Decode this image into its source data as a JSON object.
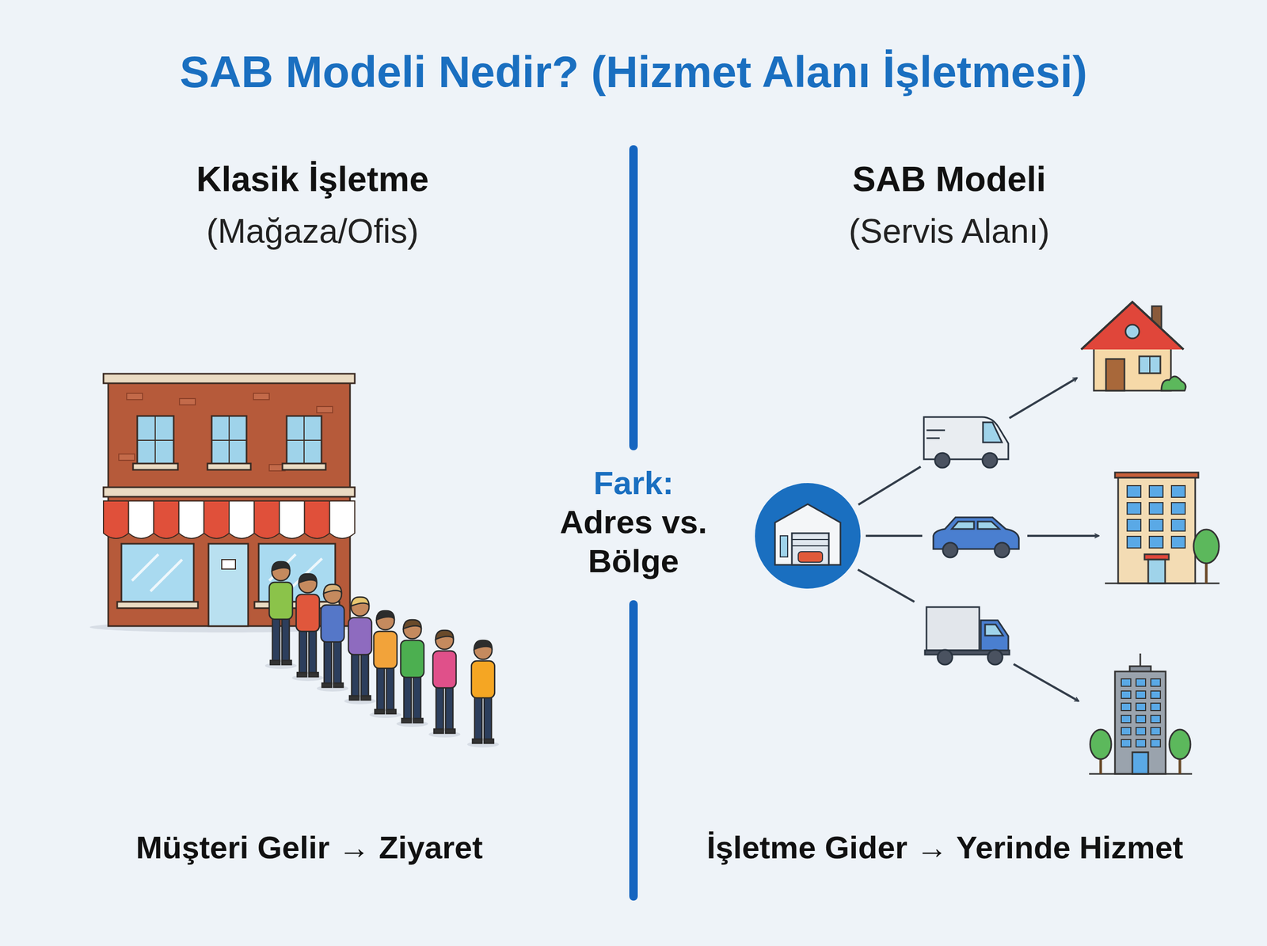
{
  "diagram": {
    "title": "SAB Modeli Nedir? (Hizmet Alanı İşletmesi)",
    "labels": [
      "Klasik İşletme",
      "(Mağaza/Ofis)",
      "SAB Modeli",
      "(Servis Alanı)",
      "Fark:",
      "Adres vs. Bölge",
      "Müşteri Gelir → Ziyaret",
      "İşletme Gider → Yerinde Hizmet"
    ]
  }
}
